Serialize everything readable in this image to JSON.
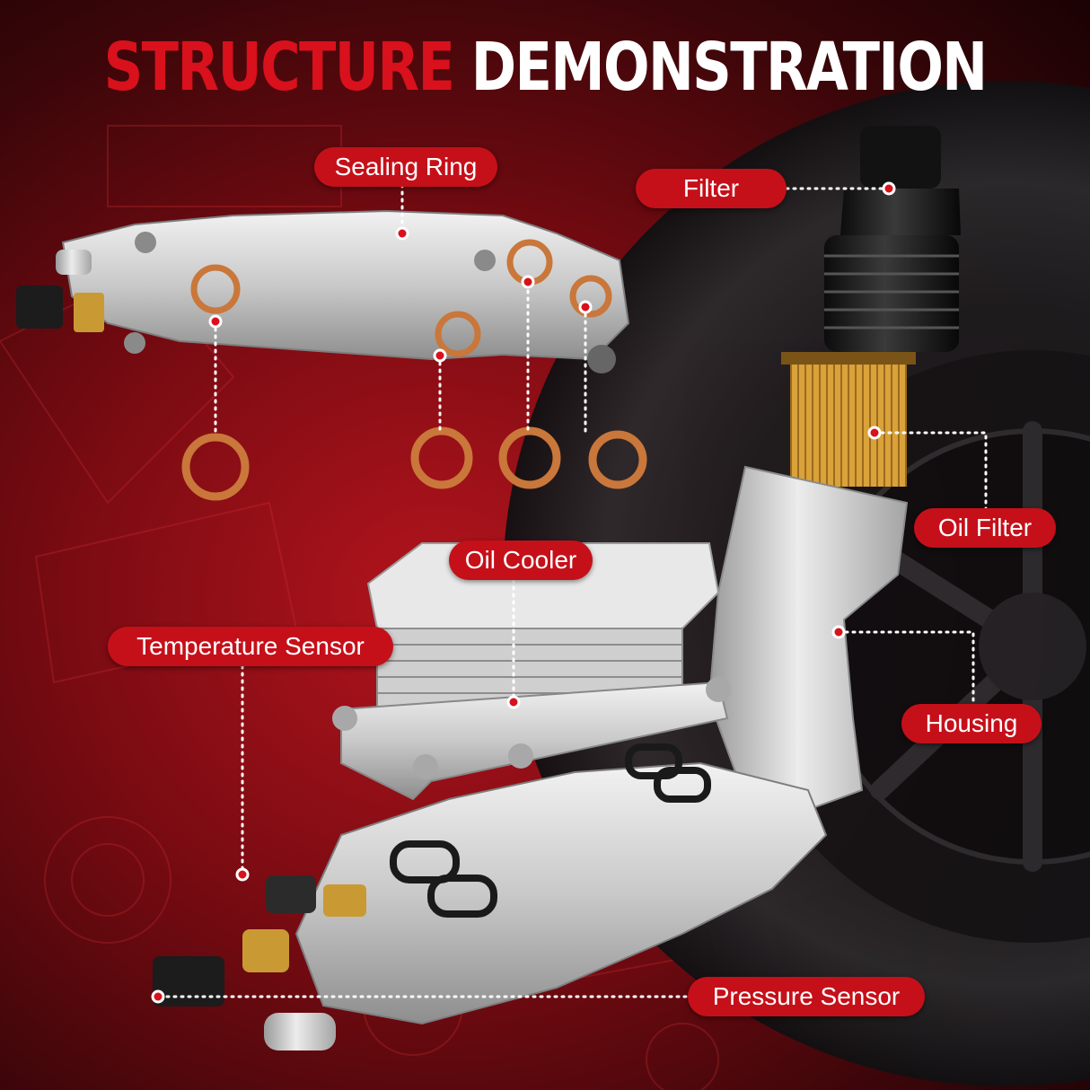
{
  "title": {
    "part1": "STRUCTURE",
    "part2": "DEMONSTRATION"
  },
  "callouts": {
    "sealing_ring": "Sealing Ring",
    "filter": "Filter",
    "oil_filter": "Oil Filter",
    "oil_cooler": "Oil Cooler",
    "temperature_sensor": "Temperature Sensor",
    "housing": "Housing",
    "pressure_sensor": "Pressure Sensor"
  },
  "colors": {
    "accent_red": "#c5101a",
    "title_red": "#d8111c",
    "title_white": "#ffffff",
    "ring_copper": "#c9773a",
    "filter_yellow": "#d9a23a"
  }
}
